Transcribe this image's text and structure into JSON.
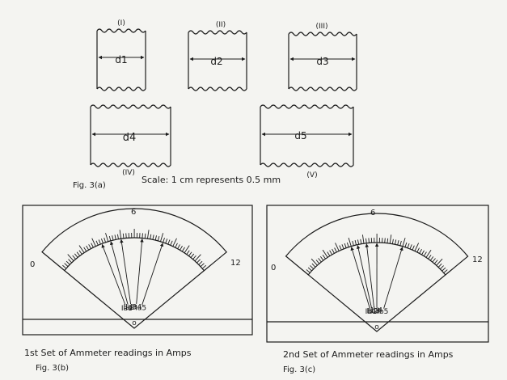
{
  "fig3a": {
    "specimens": [
      {
        "roman": "(I)",
        "label": "d1"
      },
      {
        "roman": "(II)",
        "label": "d2"
      },
      {
        "roman": "(III)",
        "label": "d3"
      },
      {
        "roman": "(IV)",
        "label": "d4"
      },
      {
        "roman": "(V)",
        "label": "d5"
      }
    ],
    "caption": "Fig. 3(a)",
    "scale_text": "Scale: 1 cm represents 0.5 mm"
  },
  "fig3b": {
    "scale": {
      "min": "0",
      "mid": "6",
      "max": "12"
    },
    "pointers": [
      "Ia1",
      "Ia2",
      "Ia3",
      "Ia4",
      "Ia5"
    ],
    "readings": [
      3.5,
      4.2,
      5.0,
      6.6,
      8.2
    ],
    "pivot_label": "o",
    "title": "1st Set of Ammeter readings in Amps",
    "caption": "Fig. 3(b)"
  },
  "fig3c": {
    "scale": {
      "min": "0",
      "mid": "6",
      "max": "12"
    },
    "pointers": [
      "Ib1",
      "Ib2",
      "Ib3",
      "Ib4",
      "Ib5"
    ],
    "readings": [
      4.0,
      4.5,
      5.2,
      6.0,
      8.0
    ],
    "pivot_label": "o",
    "title": "2nd Set of Ammeter readings in Amps",
    "caption": "Fig. 3(c)"
  }
}
